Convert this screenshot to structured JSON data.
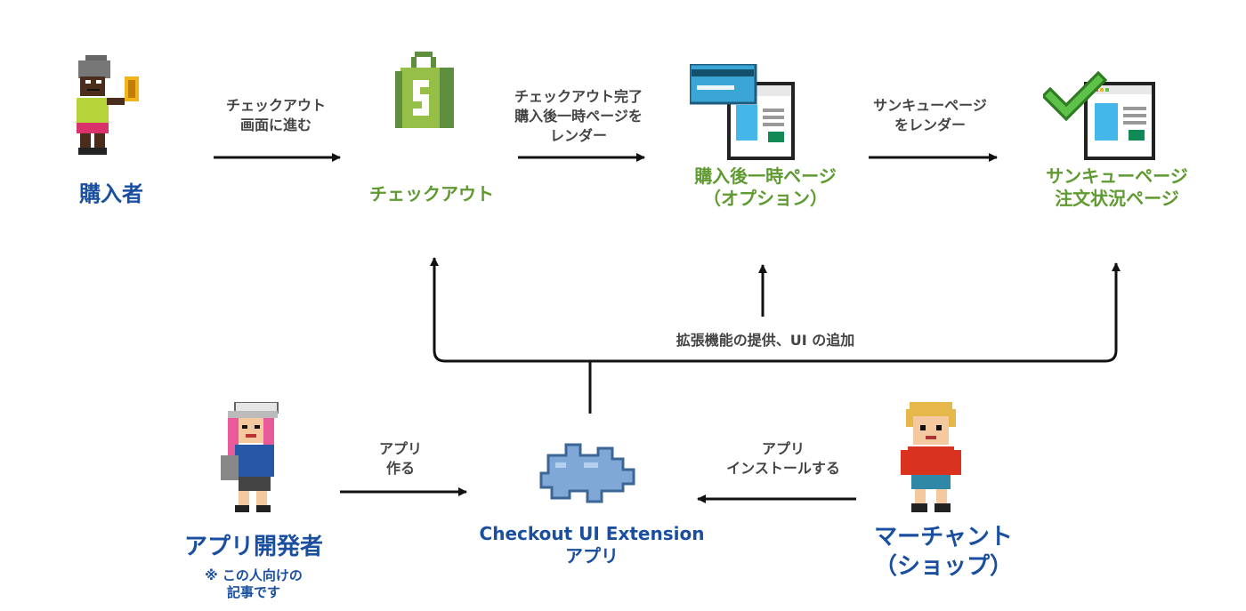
{
  "nodes": {
    "buyer": "購入者",
    "checkout": "チェックアウト",
    "post_purchase": "購入後一時ページ\n（オプション）",
    "thank_you": "サンキューページ\n注文状況ページ",
    "app_developer": "アプリ開発者",
    "app_developer_note": "※ この人向けの\n記事です",
    "extension_app": "Checkout UI  Extension\nアプリ",
    "merchant": "マーチャント\n（ショップ）"
  },
  "edges": {
    "buyer_to_checkout": "チェックアウト\n画面に進む",
    "checkout_to_post": "チェックアウト完了\n購入後一時ページを\nレンダー",
    "post_to_thanks": "サンキューページ\nをレンダー",
    "extension_feedback": "拡張機能の提供、UI の追加",
    "developer_to_app": "アプリ\n作る",
    "merchant_to_app": "アプリ\nインストールする"
  },
  "colors": {
    "person_label": "#1a4fa0",
    "page_label": "#5e9a30",
    "edge_text": "#444444",
    "arrow": "#111111",
    "shopify_green": "#95bf47",
    "puzzle_blue": "#7fa8d6"
  }
}
